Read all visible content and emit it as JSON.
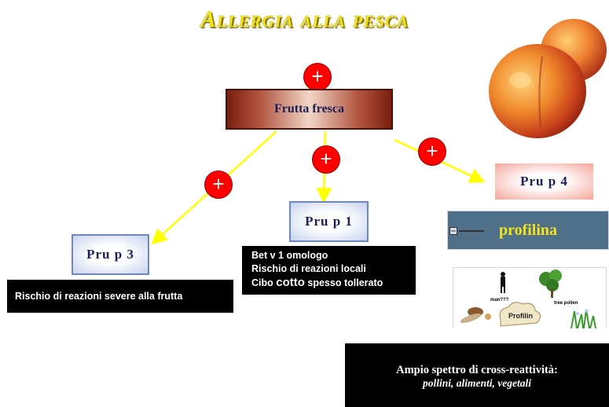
{
  "title": "Allergia alla pesca",
  "nodes": {
    "frutta_fresca": "Frutta fresca",
    "pru_p1": "Pru p 1",
    "pru_p3": "Pru p 3",
    "pru_p4": "Pru p 4"
  },
  "plus_symbol": "+",
  "pru_p1_notes": {
    "line1": "Bet v 1 omologo",
    "line2": "Rischio di reazioni locali",
    "line3_pre": "Cibo ",
    "line3_emph": "cotto",
    "line3_post": " spesso tollerato"
  },
  "pru_p3_note": "Rischio di reazioni severe alla frutta",
  "pru_p4_image": {
    "label": "profilina",
    "figure_labels": {
      "man": "man???",
      "tree": "tree pollen",
      "center": "Profilin"
    }
  },
  "pru_p4_note": {
    "line1": "Ampio spettro di cross-reattività:",
    "line2": "pollini, alimenti, vegetali"
  },
  "colors": {
    "title": "#f2e21a",
    "arrow": "#ffff00",
    "plus": "#ff0000",
    "node_text": "#1a1f5a",
    "profilina_header": "#50708a"
  },
  "icons": [
    "plus-icon",
    "peach-icon",
    "profilin-figure"
  ]
}
